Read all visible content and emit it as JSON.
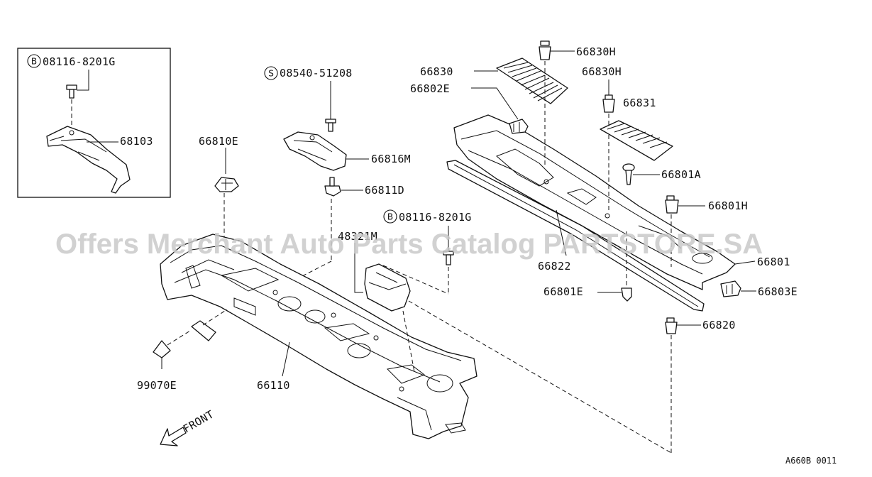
{
  "diagram": {
    "watermark": "Offers Merchant Auto Parts Catalog PARTSTORE.SA",
    "figure_code": "A660B 0011",
    "front_label": "FRONT",
    "symbols": {
      "bolt": "B",
      "screw": "S"
    },
    "callouts": {
      "c_68103": "68103",
      "c_08116_inset": "08116-8201G",
      "c_66810E": "66810E",
      "c_08540": "08540-51208",
      "c_66816M": "66816M",
      "c_66811D": "66811D",
      "c_08116_main": "08116-8201G",
      "c_48321M": "48321M",
      "c_99070E": "99070E",
      "c_66110": "66110",
      "c_66830": "66830",
      "c_66802E": "66802E",
      "c_66830H_a": "66830H",
      "c_66830H_b": "66830H",
      "c_66831": "66831",
      "c_66801A": "66801A",
      "c_66801H": "66801H",
      "c_66822": "66822",
      "c_66801": "66801",
      "c_66801E": "66801E",
      "c_66803E": "66803E",
      "c_66820": "66820"
    }
  }
}
